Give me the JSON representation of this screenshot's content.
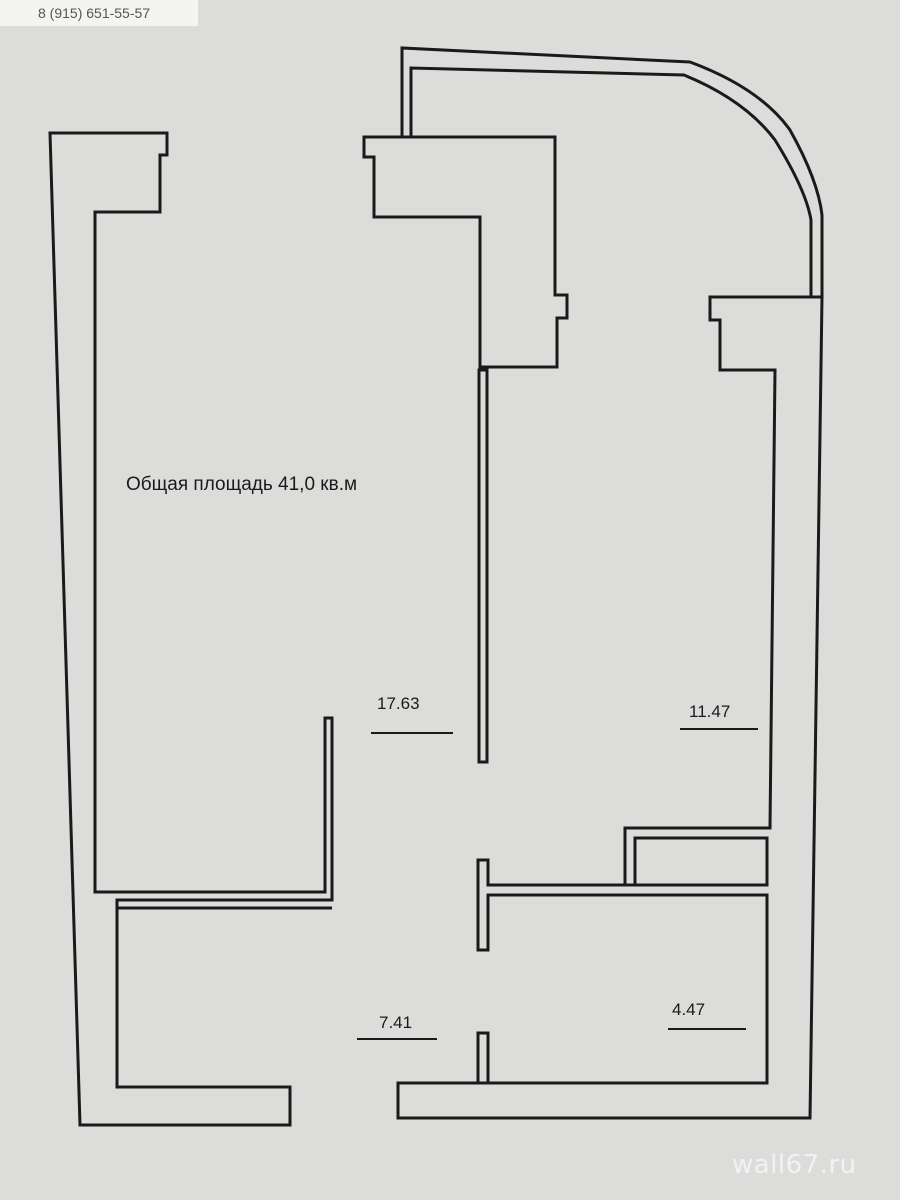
{
  "header": {
    "phone": "8 (915) 651-55-57"
  },
  "plan": {
    "total_area": "Общая площадь 41,0 кв.м",
    "rooms": [
      {
        "id": "room-main",
        "area": "17.63"
      },
      {
        "id": "room-kitchen",
        "area": "11.47"
      },
      {
        "id": "room-hall",
        "area": "7.41"
      },
      {
        "id": "room-bath",
        "area": "4.47"
      }
    ]
  },
  "watermark": "wall67.ru",
  "colors": {
    "paper": "#dcdcdb",
    "ink": "#1a1a1a"
  }
}
